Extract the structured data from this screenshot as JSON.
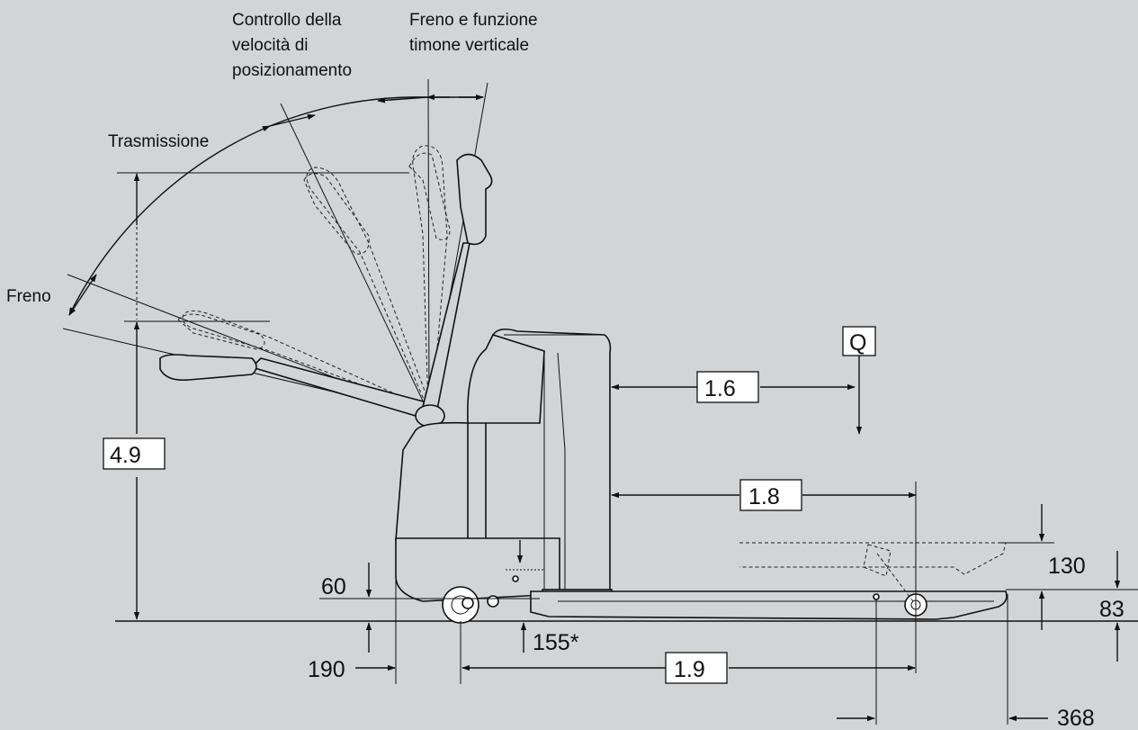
{
  "annotations": {
    "positioning_speed": [
      "Controllo della",
      "velocità di",
      "posizionamento"
    ],
    "brake_vertical": [
      "Freno e funzione",
      "timone verticale"
    ],
    "drive": "Trasmissione",
    "brake": "Freno"
  },
  "dimensions": {
    "code_1_6": "1.6",
    "code_1_8": "1.8",
    "code_1_9": "1.9",
    "code_4_9": "4.9",
    "load": "Q",
    "d_60": "60",
    "d_190": "190",
    "d_155": "155*",
    "d_130": "130",
    "d_83": "83",
    "d_368": "368"
  },
  "colors": {
    "background": "#d3d4d6",
    "line": "#111111",
    "box_fill": "#ffffff"
  }
}
